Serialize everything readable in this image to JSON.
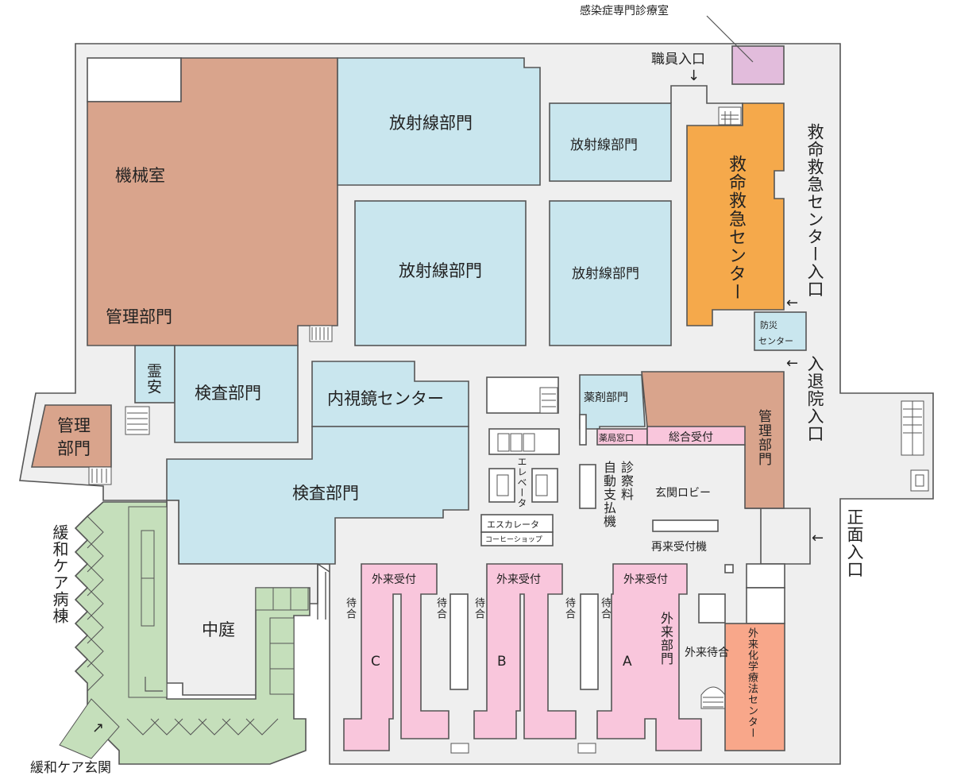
{
  "colors": {
    "floor": "#efefef",
    "outline": "#555555",
    "radiology": "#c9e6ee",
    "management": "#d9a48c",
    "emergency": "#f5a94b",
    "outpatient_reception": "#f9c6dc",
    "infectious": "#e2bcdc",
    "palliative": "#c5dfbb",
    "chemo": "#f8a78a",
    "pharmacy_pink": "#f9c6dc",
    "white": "#ffffff"
  },
  "labels": {
    "infectious_clinic": "感染症専門診療室",
    "staff_entrance": "職員入口",
    "machine_room": "機械室",
    "management_1": "管理部門",
    "radiology_1": "放射線部門",
    "radiology_2": "放射線部門",
    "radiology_3": "放射線部門",
    "radiology_4": "放射線部門",
    "emergency_center": "救命救急センター",
    "emergency_entrance": "救命救急センター入口",
    "disaster_center_1": "防災",
    "disaster_center_2": "センター",
    "admission_entrance": "入退院入口",
    "morgue": "霊安",
    "lab_1": "検査部門",
    "endoscopy": "内視鏡センター",
    "pharmacy": "薬剤部門",
    "pharmacy_window": "薬局窓口",
    "general_reception": "総合受付",
    "management_2": "管理部門",
    "management_3_line1": "管理",
    "management_3_line2": "部門",
    "lab_2": "検査部門",
    "elevator": "エレベータ",
    "escalator": "エスカレータ",
    "coffee_shop": "コーヒーショップ",
    "payment_line1": "診察料",
    "payment_line2": "自動支払機",
    "lobby": "玄関ロビー",
    "return_reception": "再来受付機",
    "main_entrance": "正面入口",
    "palliative_ward": "緩和ケア病棟",
    "courtyard": "中庭",
    "outpatient_reception_c": "外来受付",
    "outpatient_reception_b": "外来受付",
    "outpatient_reception_a": "外来受付",
    "waiting_1": "待合",
    "waiting_2": "待合",
    "waiting_3": "待合",
    "waiting_4": "待合",
    "waiting_5": "待合",
    "block_c": "C",
    "block_b": "B",
    "block_a": "A",
    "outpatient_dept": "外来部門",
    "outpatient_waiting": "外来待合",
    "chemo_center": "外来化学療法センター",
    "palliative_entrance": "緩和ケア玄関"
  },
  "arrow_glyphs": {
    "down": "↓",
    "left": "←",
    "up_right": "↗"
  }
}
